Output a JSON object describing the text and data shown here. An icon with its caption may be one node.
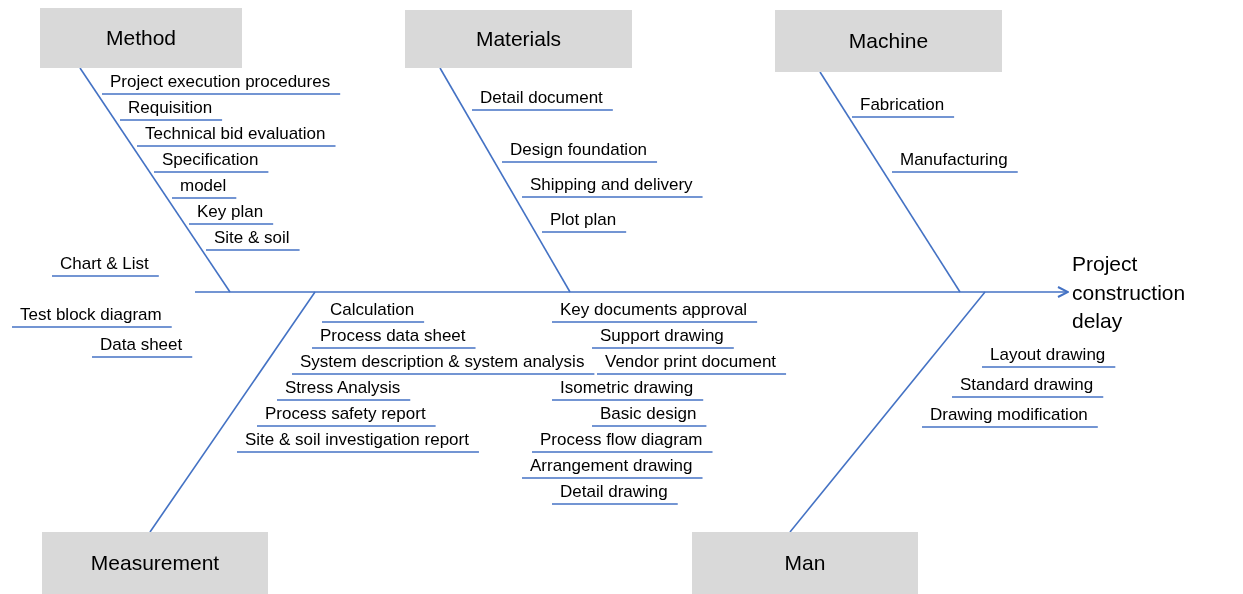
{
  "diagram": {
    "nodes": [
      {
        "text": [
          "Method"
        ]
      },
      {
        "text": [
          "Materials"
        ]
      },
      {
        "text": [
          "Machine"
        ]
      },
      {
        "text": [
          "Project construction delay"
        ]
      },
      {
        "text": [
          "Measurement"
        ]
      },
      {
        "text": [
          "Man"
        ]
      }
    ],
    "edges": [
      {
        "from": null,
        "to": 3,
        "arrow": "to"
      },
      {
        "from": 0,
        "to": null,
        "arrow": "none"
      },
      {
        "from": 1,
        "to": null,
        "arrow": "none"
      },
      {
        "from": 2,
        "to": null,
        "arrow": "none"
      },
      {
        "from": 4,
        "to": null,
        "arrow": "none"
      },
      {
        "from": 5,
        "to": null,
        "arrow": "none"
      }
    ],
    "labels": [
      "Project execution procedures",
      "Requisition",
      "Technical bid evaluation",
      "Specification",
      "model",
      "Key plan",
      "Site & soil",
      "Chart & List",
      "Detail document",
      "Design foundation",
      "Shipping and delivery",
      "Plot plan",
      "Fabrication",
      "Manufacturing",
      "Calculation",
      "Test block diagram",
      "Process data sheet",
      "Data sheet",
      "System description & system analysis",
      "Stress Analysis",
      "Process safety report",
      "Site & soil investigation report",
      "Key documents approval",
      "Support drawing",
      "Vendor print document",
      "Isometric drawing",
      "Basic design",
      "Process flow diagram",
      "Arrangement drawing",
      "Detail drawing",
      "Layout drawing",
      "Standard drawing",
      "Drawing modification"
    ]
  }
}
